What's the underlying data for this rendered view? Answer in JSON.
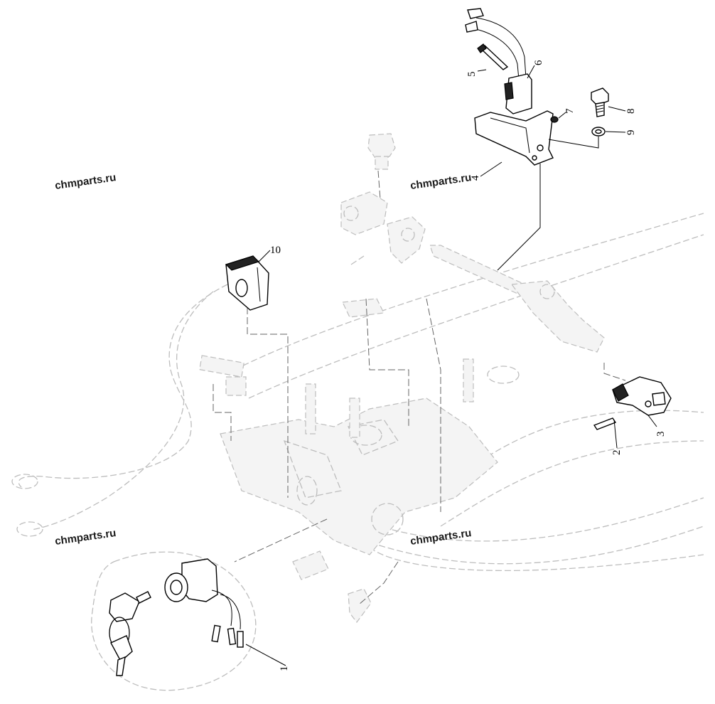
{
  "watermarks": [
    "chmparts.ru",
    "chmparts.ru",
    "chmparts.ru",
    "chmparts.ru"
  ],
  "callouts": {
    "c1": "1",
    "c2": "2",
    "c3": "3",
    "c4": "4",
    "c5": "5",
    "c6": "6",
    "c7": "7",
    "c8": "8",
    "c9": "9",
    "c10": "10"
  }
}
